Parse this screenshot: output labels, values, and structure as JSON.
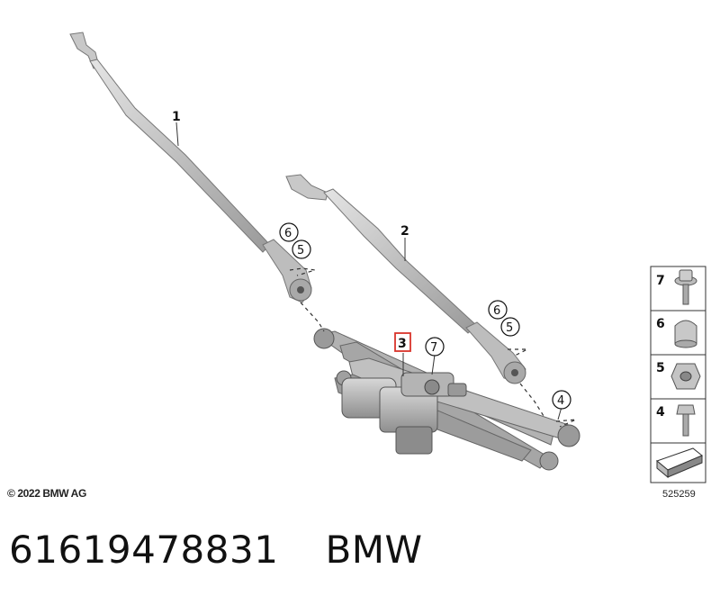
{
  "diagram": {
    "callouts": {
      "part_1": "1",
      "part_2": "2",
      "part_3": "3",
      "part_4": "4",
      "part_5_left": "5",
      "part_6_left": "6",
      "part_5_right": "5",
      "part_6_right": "6",
      "part_7": "7"
    },
    "legend": {
      "items": [
        {
          "num": "7",
          "icon": "bolt-flange-icon"
        },
        {
          "num": "6",
          "icon": "cap-icon"
        },
        {
          "num": "5",
          "icon": "hex-nut-icon"
        },
        {
          "num": "4",
          "icon": "screw-icon"
        }
      ],
      "footer_icon": "arrow-plate-icon"
    },
    "copyright": "© 2022 BMW AG",
    "reference_number": "525259",
    "highlight_color": "#d9342b"
  },
  "footer": {
    "part_number": "61619478831",
    "brand": "BMW"
  }
}
